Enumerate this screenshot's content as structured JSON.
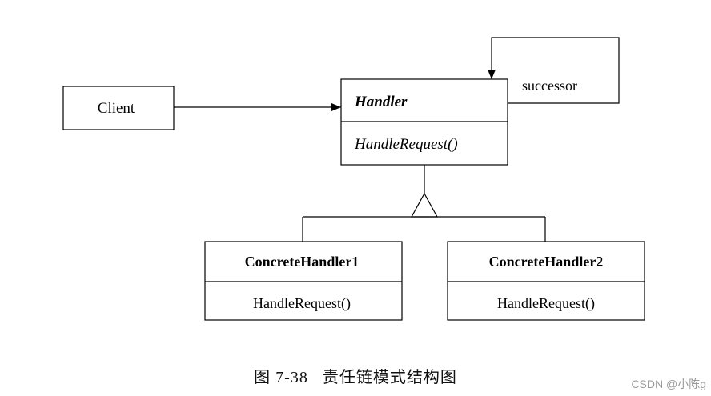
{
  "diagram": {
    "client": "Client",
    "handler": {
      "name": "Handler",
      "method": "HandleRequest()",
      "self_association": "successor"
    },
    "concrete_handlers": [
      {
        "name": "ConcreteHandler1",
        "method": "HandleRequest()"
      },
      {
        "name": "ConcreteHandler2",
        "method": "HandleRequest()"
      }
    ]
  },
  "caption": {
    "figure_number": "图 7-38",
    "title": "责任链模式结构图"
  },
  "watermark": "CSDN @小陈g",
  "colors": {
    "stroke": "#000000",
    "background": "#ffffff",
    "watermark": "#9a9a9a"
  }
}
